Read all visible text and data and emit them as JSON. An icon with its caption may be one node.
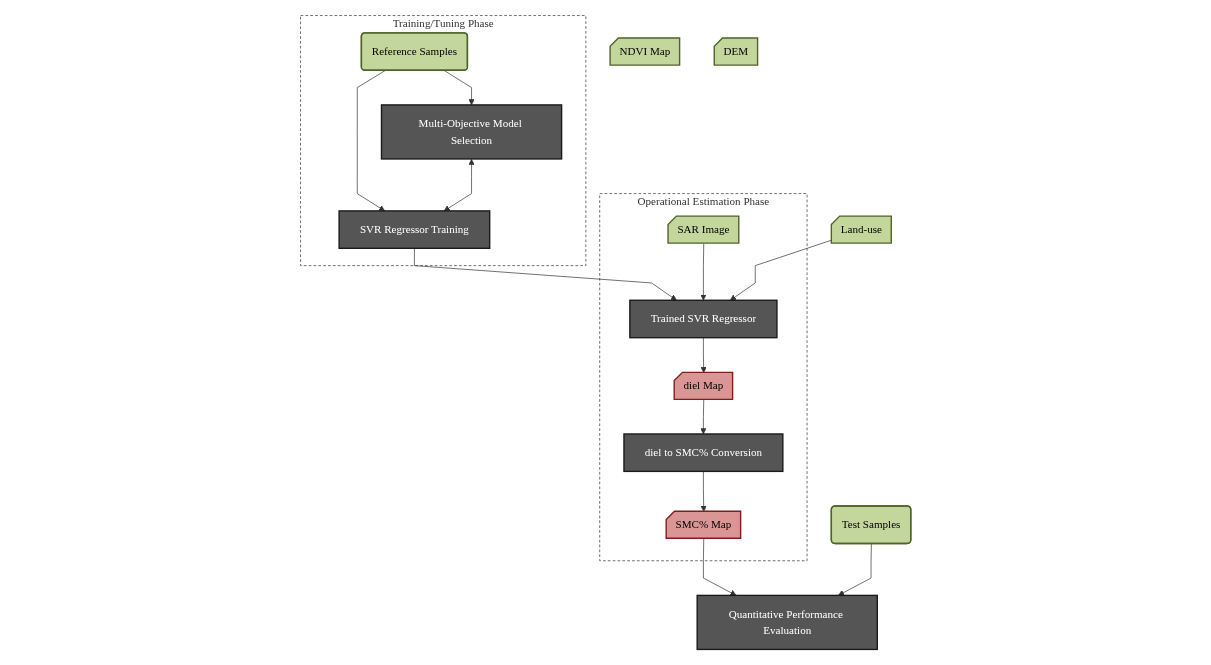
{
  "diagram": {
    "nodes": [
      {
        "text": [
          "Training/Tuning Phase"
        ]
      },
      {
        "text": [
          "Reference Samples"
        ],
        "in": 0
      },
      {
        "text": [
          "Multi-Objective Model Selection"
        ],
        "in": 0
      },
      {
        "text": [
          "SVR Regressor Training"
        ],
        "in": 0
      },
      {
        "text": [
          "Operational Estimation Phase"
        ]
      },
      {
        "text": [
          "SAR Image"
        ],
        "in": 4
      },
      {
        "text": [
          "Trained SVR Regressor"
        ],
        "in": 4
      },
      {
        "text": [
          "diel Map"
        ],
        "in": 4
      },
      {
        "text": [
          "diel to SMC% Conversion"
        ],
        "in": 4
      },
      {
        "text": [
          "SMC% Map"
        ],
        "in": 4
      },
      {
        "text": [
          "NDVI Map"
        ]
      },
      {
        "text": [
          "Land-use"
        ]
      },
      {
        "text": [
          "DEM"
        ]
      },
      {
        "text": [
          "Test Samples"
        ]
      },
      {
        "text": [
          "Quantitative Performance Evaluation"
        ]
      }
    ],
    "edges": [
      {
        "from": 1,
        "to": 2,
        "arrow": "to"
      },
      {
        "from": 1,
        "to": 3,
        "arrow": "to"
      },
      {
        "from": 2,
        "to": 3,
        "arrow": "both"
      },
      {
        "from": 3,
        "to": 6,
        "arrow": "to"
      },
      {
        "from": 5,
        "to": 6,
        "arrow": "to"
      },
      {
        "from": 11,
        "to": 6,
        "arrow": "to"
      },
      {
        "from": 6,
        "to": 7,
        "arrow": "to"
      },
      {
        "from": 7,
        "to": 8,
        "arrow": "to"
      },
      {
        "from": 8,
        "to": 9,
        "arrow": "to"
      },
      {
        "from": 9,
        "to": 14,
        "arrow": "to"
      },
      {
        "from": 13,
        "to": 14,
        "arrow": "to"
      }
    ]
  }
}
